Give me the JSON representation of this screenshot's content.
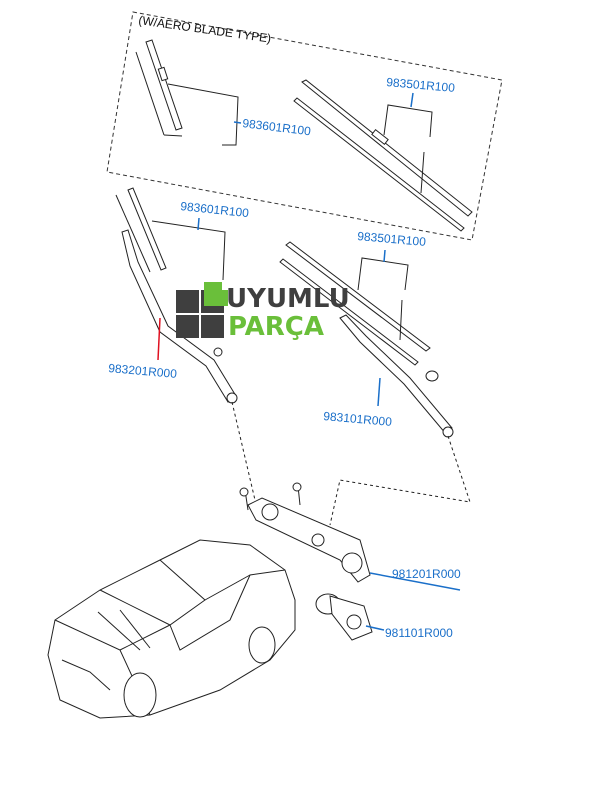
{
  "title": "(W/AERO BLADE TYPE)",
  "labels": {
    "aero_blade_driver": "983601R100",
    "aero_blade_passenger": "983501R100",
    "blade_driver": "983601R100",
    "blade_passenger": "983501R100",
    "arm_driver": "983201R000",
    "arm_passenger": "983101R000",
    "linkage": "981201R000",
    "motor": "981101R000"
  },
  "logo": {
    "line1": "UYUMLU",
    "line2": "PARÇA"
  },
  "colors": {
    "label": "#1a6fc9",
    "logo_green": "#6abf3a",
    "logo_gray": "#3f3f3f",
    "leader_red": "#e01020"
  }
}
